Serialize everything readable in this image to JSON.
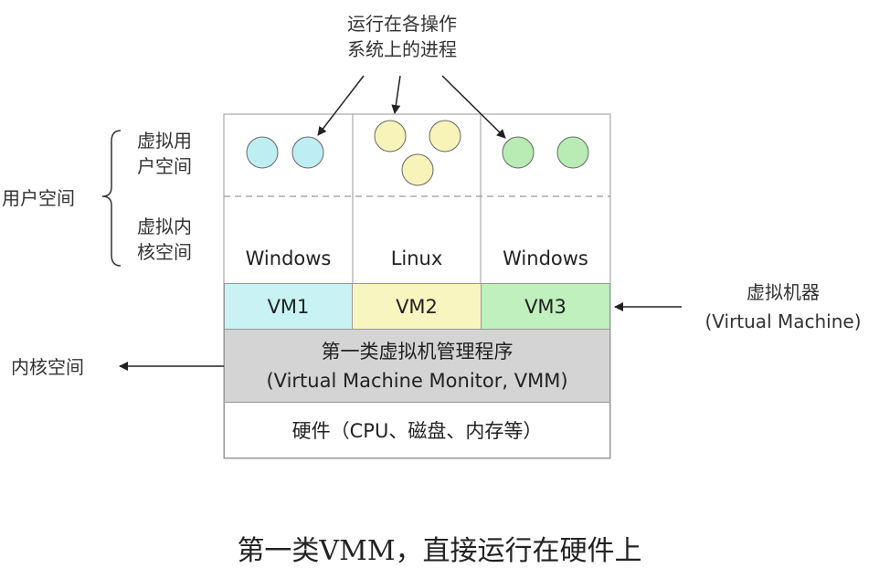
{
  "process_label": [
    "运行在各操作",
    "系统上的进程"
  ],
  "user_space_label": "用户空间",
  "virtual_user_space": [
    "虚拟用",
    "户空间"
  ],
  "virtual_kernel_space": [
    "虚拟内",
    "核空间"
  ],
  "os": [
    "Windows",
    "Linux",
    "Windows"
  ],
  "vms": [
    {
      "label": "VM1",
      "color": "#c8f2f4"
    },
    {
      "label": "VM2",
      "color": "#f9f5c0"
    },
    {
      "label": "VM3",
      "color": "#bff0bd"
    }
  ],
  "process_colors": {
    "blue": "#bfeef2",
    "yellow": "#f8f3b8",
    "green": "#b8ecb4"
  },
  "vmm": {
    "title": "第一类虚拟机管理程序",
    "subtitle": "(Virtual Machine Monitor, VMM)",
    "color": "#d4d4d4"
  },
  "hardware": "硬件（CPU、磁盘、内存等）",
  "virtual_machine_label": [
    "虚拟机器",
    "(Virtual Machine)"
  ],
  "kernel_space_label": "内核空间",
  "caption": "第一类VMM，直接运行在硬件上"
}
